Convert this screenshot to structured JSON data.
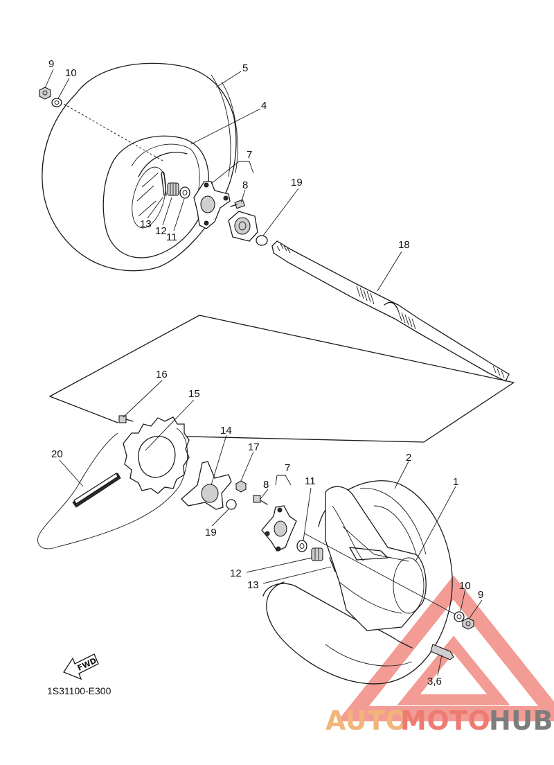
{
  "diagram": {
    "code": "1S31100-E300",
    "fwd_label": "FWD",
    "callouts": {
      "c9_top": "9",
      "c10_top": "10",
      "c5": "5",
      "c4": "4",
      "c7_top": "7",
      "c8_top": "8",
      "c19_top": "19",
      "c13_top": "13",
      "c12_top": "12",
      "c11_top": "11",
      "c18": "18",
      "c16": "16",
      "c15": "15",
      "c14": "14",
      "c17": "17",
      "c7_bot": "7",
      "c8_bot": "8",
      "c11_bot": "11",
      "c2": "2",
      "c1": "1",
      "c20": "20",
      "c19_bot": "19",
      "c12_bot": "12",
      "c13_bot": "13",
      "c10_bot": "10",
      "c9_bot": "9",
      "c36": "3,6"
    }
  },
  "watermark": {
    "part1": "AUTO",
    "part2": "MOTO",
    "part3": "HUB",
    "color_orange": "#f3b47a",
    "color_red": "#ee7b72",
    "color_grey": "#7d7d7d"
  }
}
